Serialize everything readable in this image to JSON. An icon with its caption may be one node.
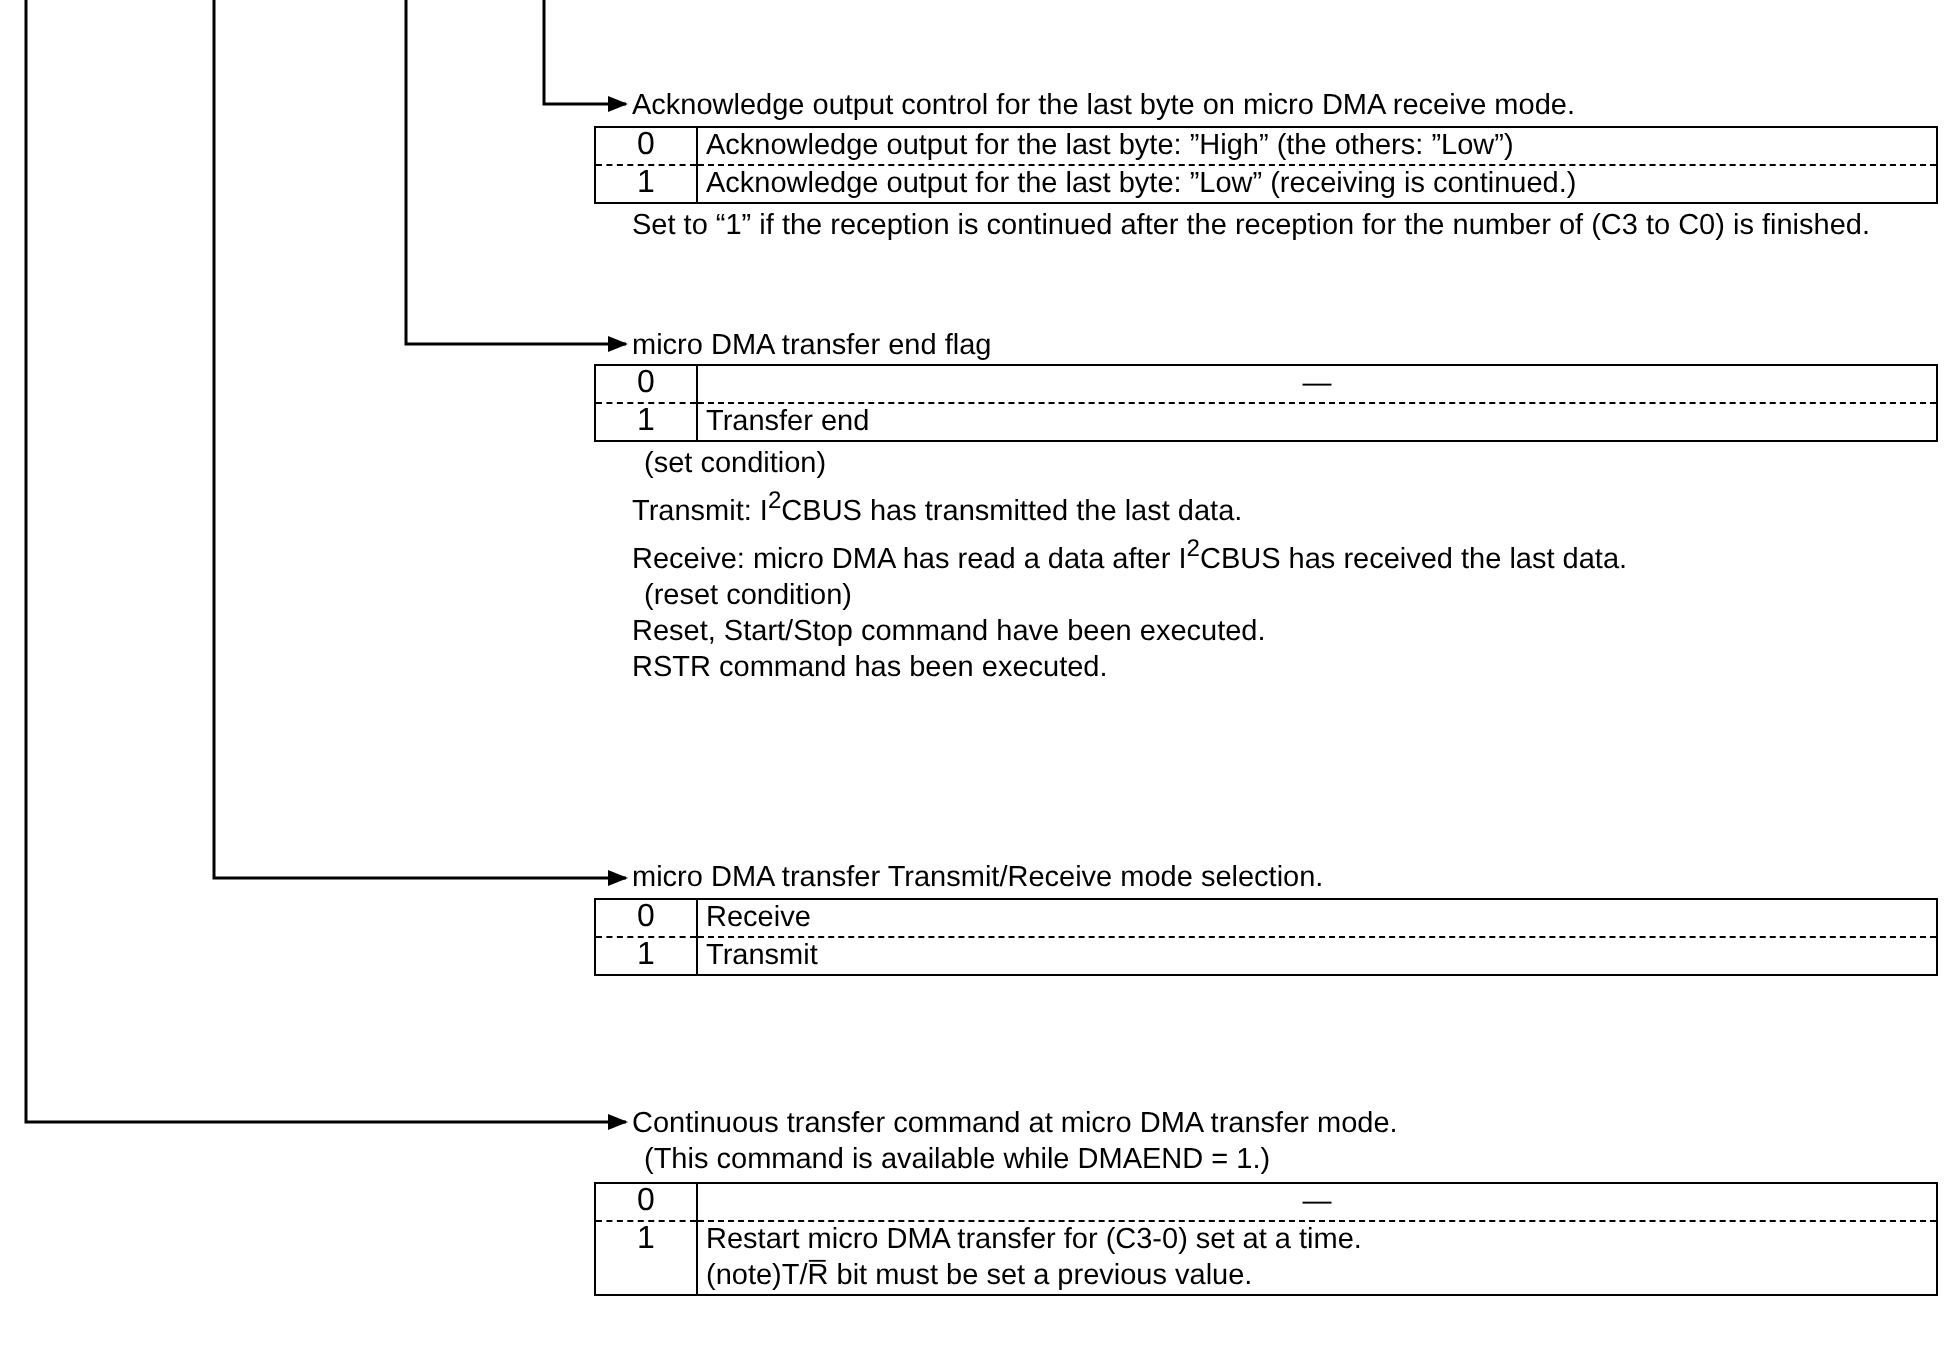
{
  "diagram": {
    "nodes": [
      {
        "text": [
          "Acknowledge output control for the last byte on micro DMA receive mode."
        ]
      },
      {
        "text": [
          "micro DMA transfer end flag"
        ]
      },
      {
        "text": [
          "micro DMA transfer Transmit/Receive mode selection."
        ]
      },
      {
        "text": [
          "Continuous transfer command at micro DMA transfer mode.",
          "(This command is available while DMAEND = 1.)"
        ]
      }
    ],
    "edges": [
      {
        "from": null,
        "to": 0,
        "arrow": "to"
      },
      {
        "from": null,
        "to": 1,
        "arrow": "to"
      },
      {
        "from": null,
        "to": 2,
        "arrow": "to"
      },
      {
        "from": null,
        "to": 3,
        "arrow": "to"
      }
    ],
    "labels": [
      "0",
      "Acknowledge output for the last byte: ”High” (the others: ”Low”)",
      "1",
      "Acknowledge output for the last byte: ”Low” (receiving is continued.)",
      "Set to “1” if the reception is continued after the reception for the number of (C3 to C0) is finished.",
      "0",
      "—",
      "1",
      "Transfer end",
      "(set condition)",
      "Transmit: I$^{2}$CBUS has transmitted the last data.",
      "Receive: micro DMA has read a data after I$^{2}$CBUS has received the last data.",
      "(reset condition)",
      "Reset, Start/Stop command have been executed.",
      "RSTR command has been executed.",
      "0",
      "Receive",
      "1",
      "Transmit",
      "0",
      "—",
      "1",
      "Restart micro DMA transfer for (C3-0) set at a time.",
      "(note)T/R̅ bit must be set a previous value."
    ]
  }
}
